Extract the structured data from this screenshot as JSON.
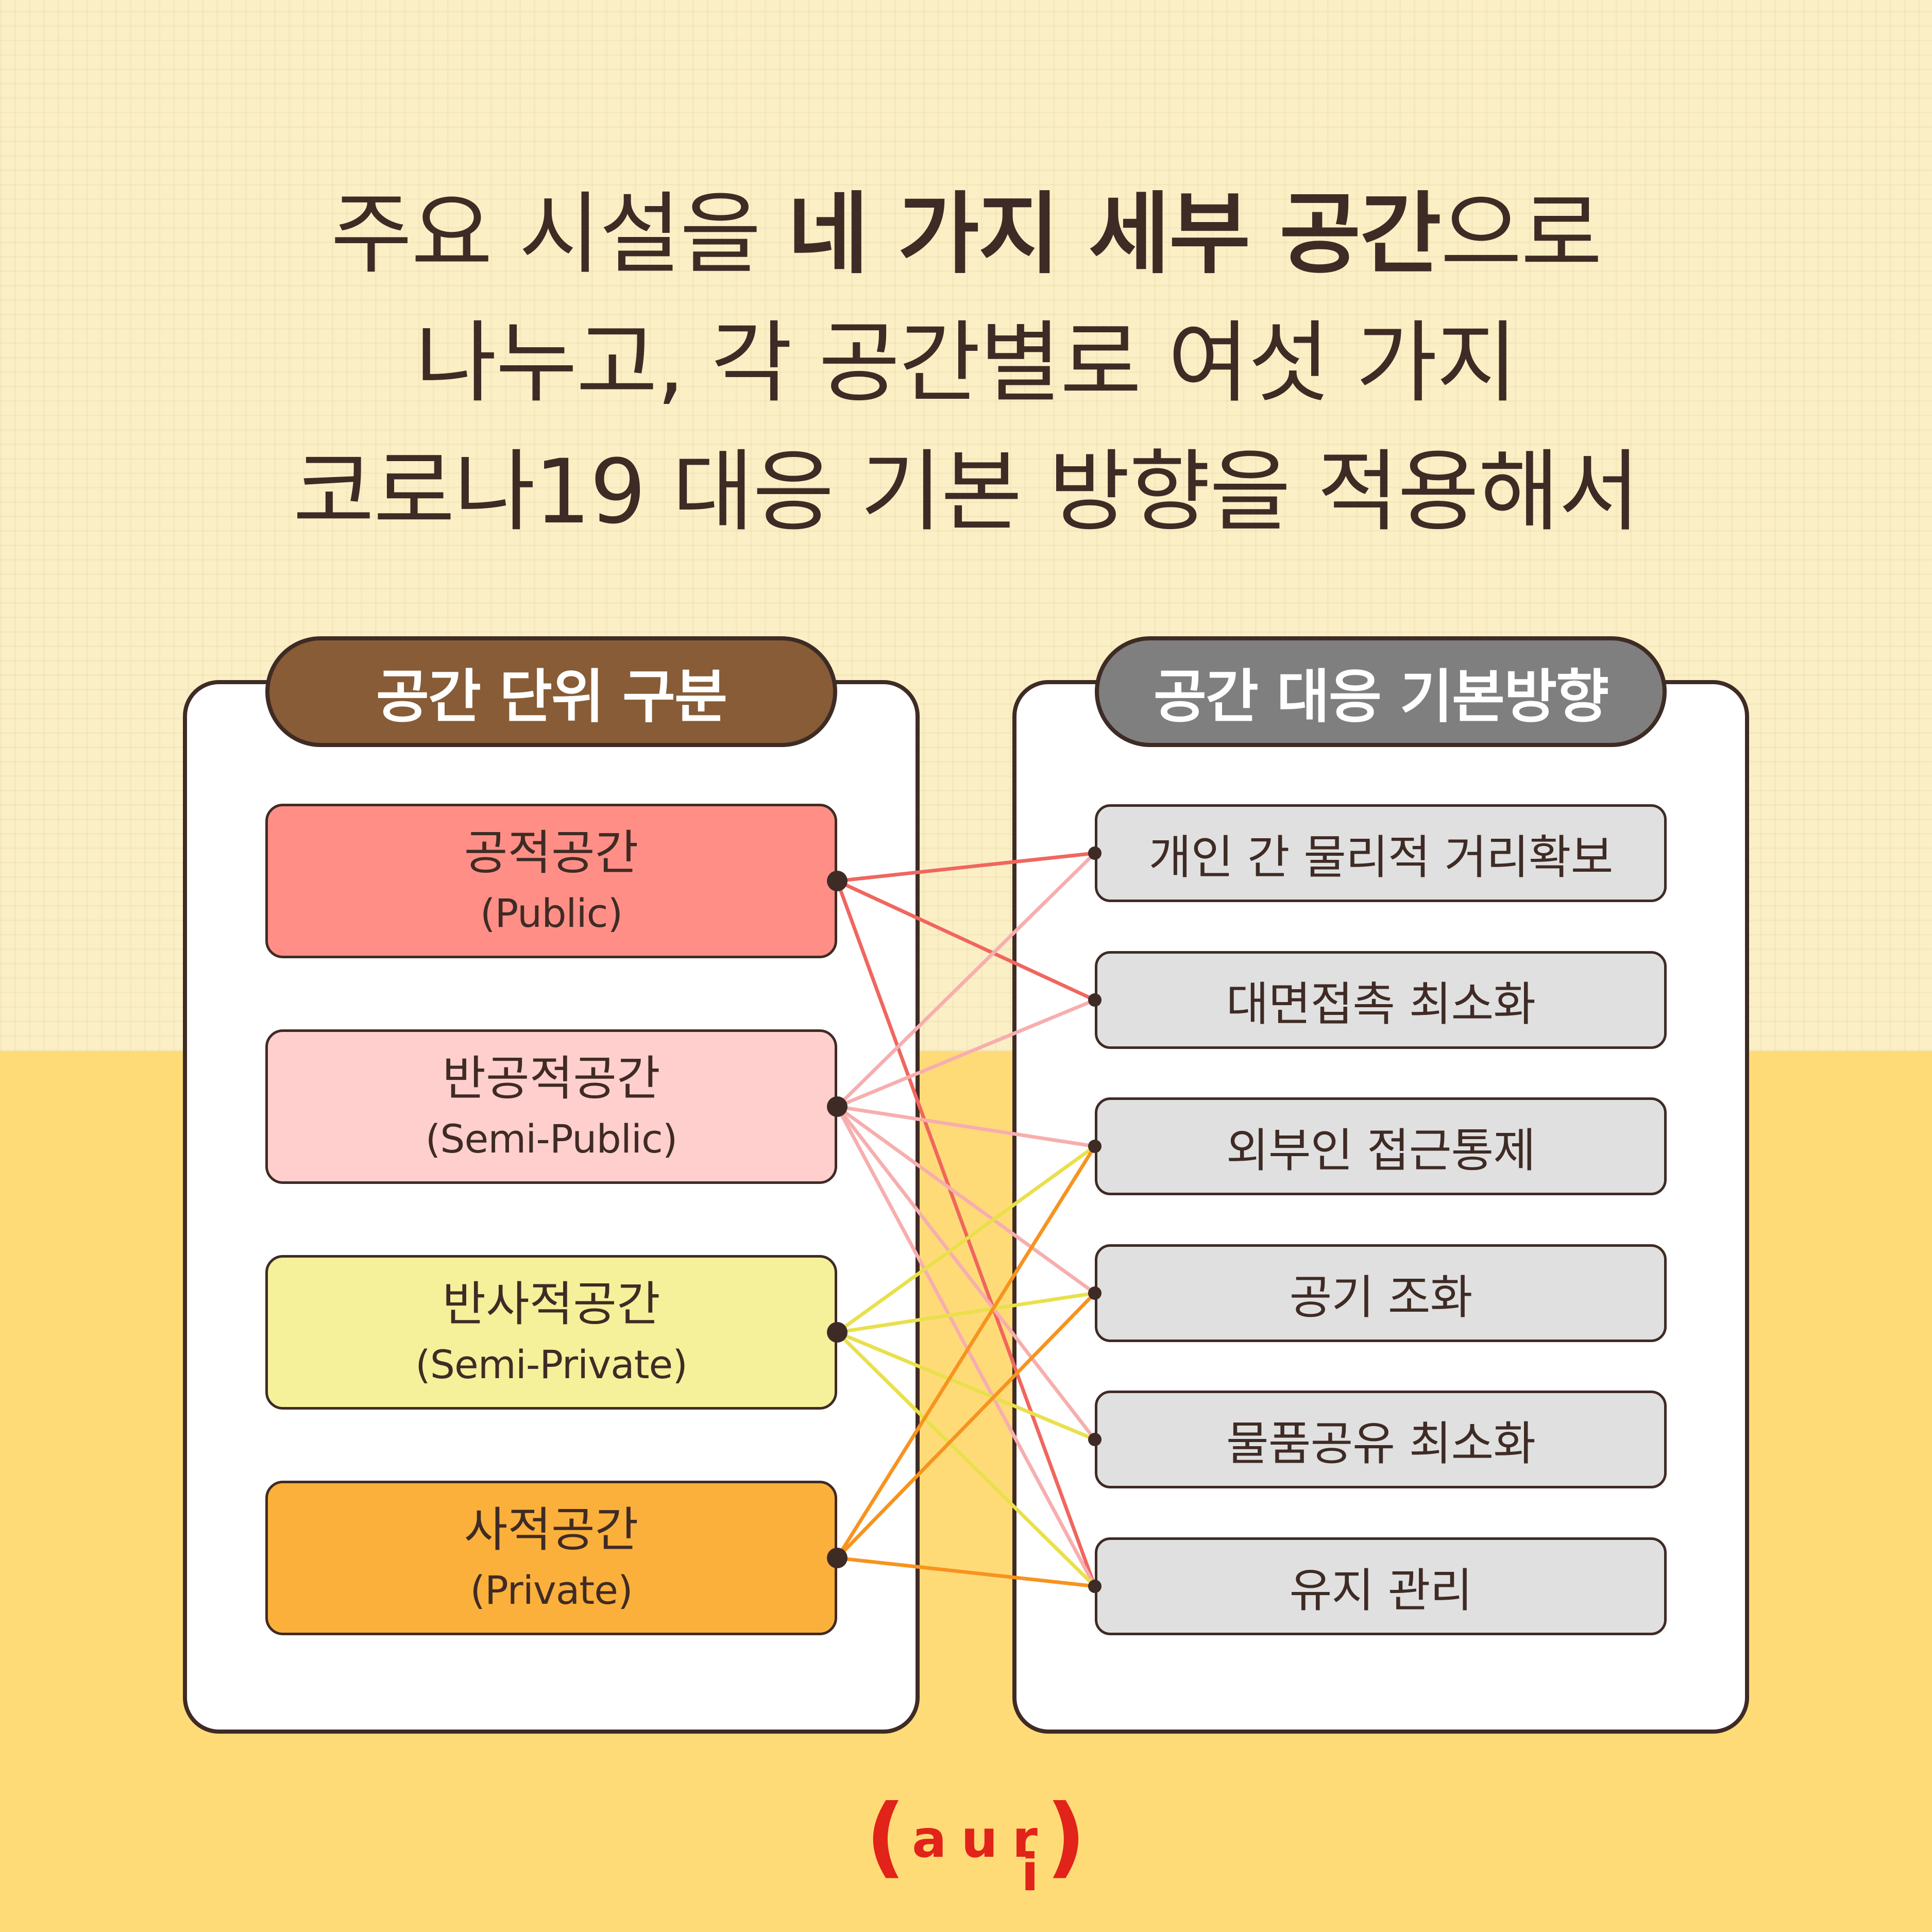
{
  "headline": {
    "line1_part1": "주요 시설을 ",
    "line1_bold": "네 가지 세부 공간",
    "line1_part2": "으로",
    "line2": "나누고, 각 공간별로 여섯 가지",
    "line3": "코로나19 대응 기본 방향을 적용해서"
  },
  "left_panel": {
    "title": "공간 단위 구분",
    "title_color": "#875c36",
    "categories": [
      {
        "ko": "공적공간",
        "en": "(Public)",
        "color": "#ff8f86",
        "line_color": "#f0665e"
      },
      {
        "ko": "반공적공간",
        "en": "(Semi-Public)",
        "color": "#ffcfcd",
        "line_color": "#f7aeae"
      },
      {
        "ko": "반사적공간",
        "en": "(Semi-Private)",
        "color": "#f5f09a",
        "line_color": "#e9e04c"
      },
      {
        "ko": "사적공간",
        "en": "(Private)",
        "color": "#fbb03b",
        "line_color": "#f7931e"
      }
    ]
  },
  "right_panel": {
    "title": "공간 대응 기본방향",
    "title_color": "#7f7f7f",
    "directions": [
      {
        "label": "개인 간 물리적 거리확보"
      },
      {
        "label": "대면접촉 최소화"
      },
      {
        "label": "외부인 접근통제"
      },
      {
        "label": "공기 조화"
      },
      {
        "label": "물품공유 최소화"
      },
      {
        "label": "유지 관리"
      }
    ]
  },
  "connections": [
    {
      "from": 0,
      "to": [
        0,
        1,
        5
      ]
    },
    {
      "from": 1,
      "to": [
        0,
        1,
        2,
        3,
        4,
        5
      ]
    },
    {
      "from": 2,
      "to": [
        2,
        3,
        4,
        5
      ]
    },
    {
      "from": 3,
      "to": [
        2,
        3,
        5
      ]
    }
  ],
  "logo": {
    "word": "aur",
    "sub": "i",
    "color": "#e2231a"
  }
}
